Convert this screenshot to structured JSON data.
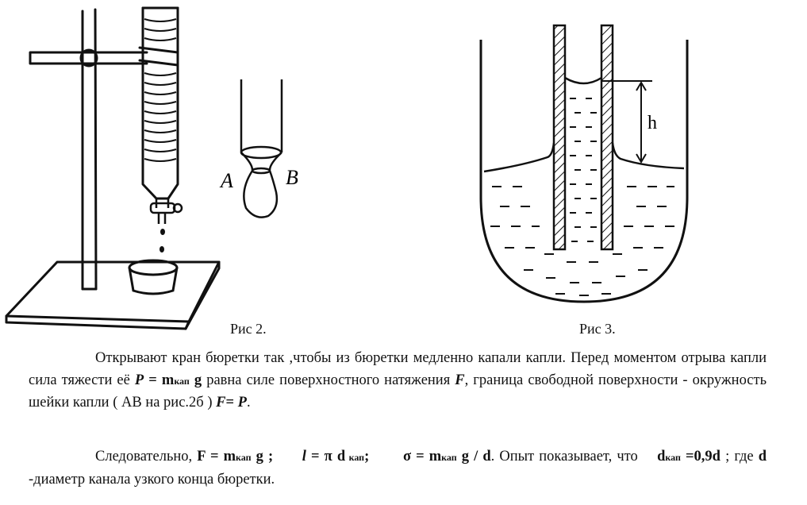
{
  "figures": {
    "fig2": {
      "caption": "Рис 2.",
      "label_a": "A",
      "label_b": "B"
    },
    "fig3": {
      "caption": "Рис 3.",
      "label_h": "h"
    }
  },
  "paragraph1": {
    "t1": "Открывают кран бюретки так ,чтобы из бюретки медленно капали капли. Перед моментом отрыва капли сила тяжести её ",
    "p": "P",
    "eq": " = ",
    "m": "m",
    "m_sub": "кап",
    "g": " g",
    "t2": "  равна силе поверхностного натяжения ",
    "f": "F",
    "t3": ", граница свободной поверхности - окружность шейки капли ( АВ на рис.2б ) ",
    "f2": "F",
    "eq2": "= ",
    "p2": "P",
    "end": "."
  },
  "paragraph2": {
    "t1": "Следовательно, ",
    "f1a": "F = m",
    "f1sub": "кап",
    "f1b": " g ;",
    "sp1": "      ",
    "l": "l",
    "f2a": " = π ",
    "f2d": "d",
    "f2sub": " кап",
    "f2b": ";",
    "sp2": "       ",
    "f3a": "σ = m",
    "f3sub": "кап",
    "f3b": " g / d",
    "t2": ". Опыт показывает, что    ",
    "f4a": "d",
    "f4sub": "кап",
    "f4b": " =0,9d",
    "t3": " ; где ",
    "f5": "d",
    "t4": " -диаметр канала узкого конца бюретки."
  }
}
